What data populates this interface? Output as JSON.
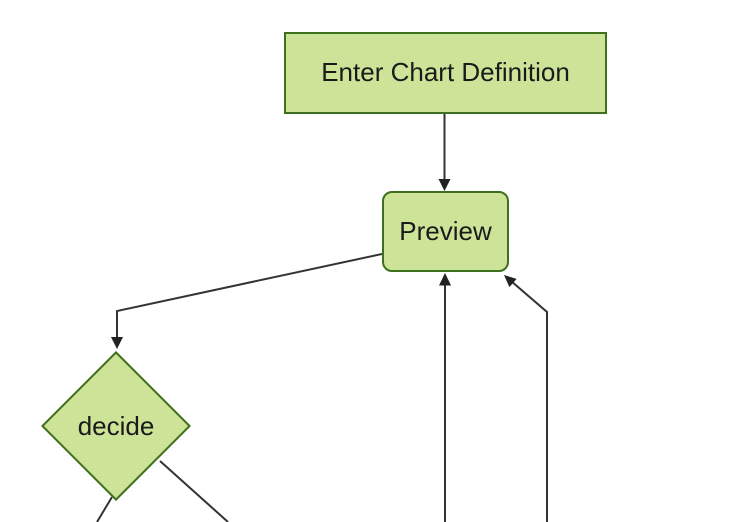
{
  "colors": {
    "background": "#ffffff",
    "node_fill": "#cde498",
    "node_border": "#3f7020",
    "edge_line": "#333333",
    "arrowhead": "#222222",
    "label_text": "#1a1a1a"
  },
  "diagram": {
    "type": "flowchart",
    "direction": "top-down",
    "nodes": [
      {
        "id": "enter-chart-definition",
        "label": "Enter Chart Definition",
        "shape": "rectangle"
      },
      {
        "id": "preview",
        "label": "Preview",
        "shape": "rounded-rectangle"
      },
      {
        "id": "decide",
        "label": "decide",
        "shape": "diamond"
      }
    ],
    "edges": [
      {
        "from": "enter-chart-definition",
        "to": "preview",
        "arrowhead": true
      },
      {
        "from": "preview",
        "to": "decide",
        "arrowhead": true
      },
      {
        "from": "offscreen-bottom",
        "to": "preview",
        "arrowhead": true
      },
      {
        "from": "offscreen-bottom-right",
        "to": "preview",
        "arrowhead": true
      },
      {
        "from": "decide",
        "to": "offscreen-bottom-left",
        "arrowhead": false
      },
      {
        "from": "decide",
        "to": "offscreen-bottom-right",
        "arrowhead": false
      }
    ]
  }
}
